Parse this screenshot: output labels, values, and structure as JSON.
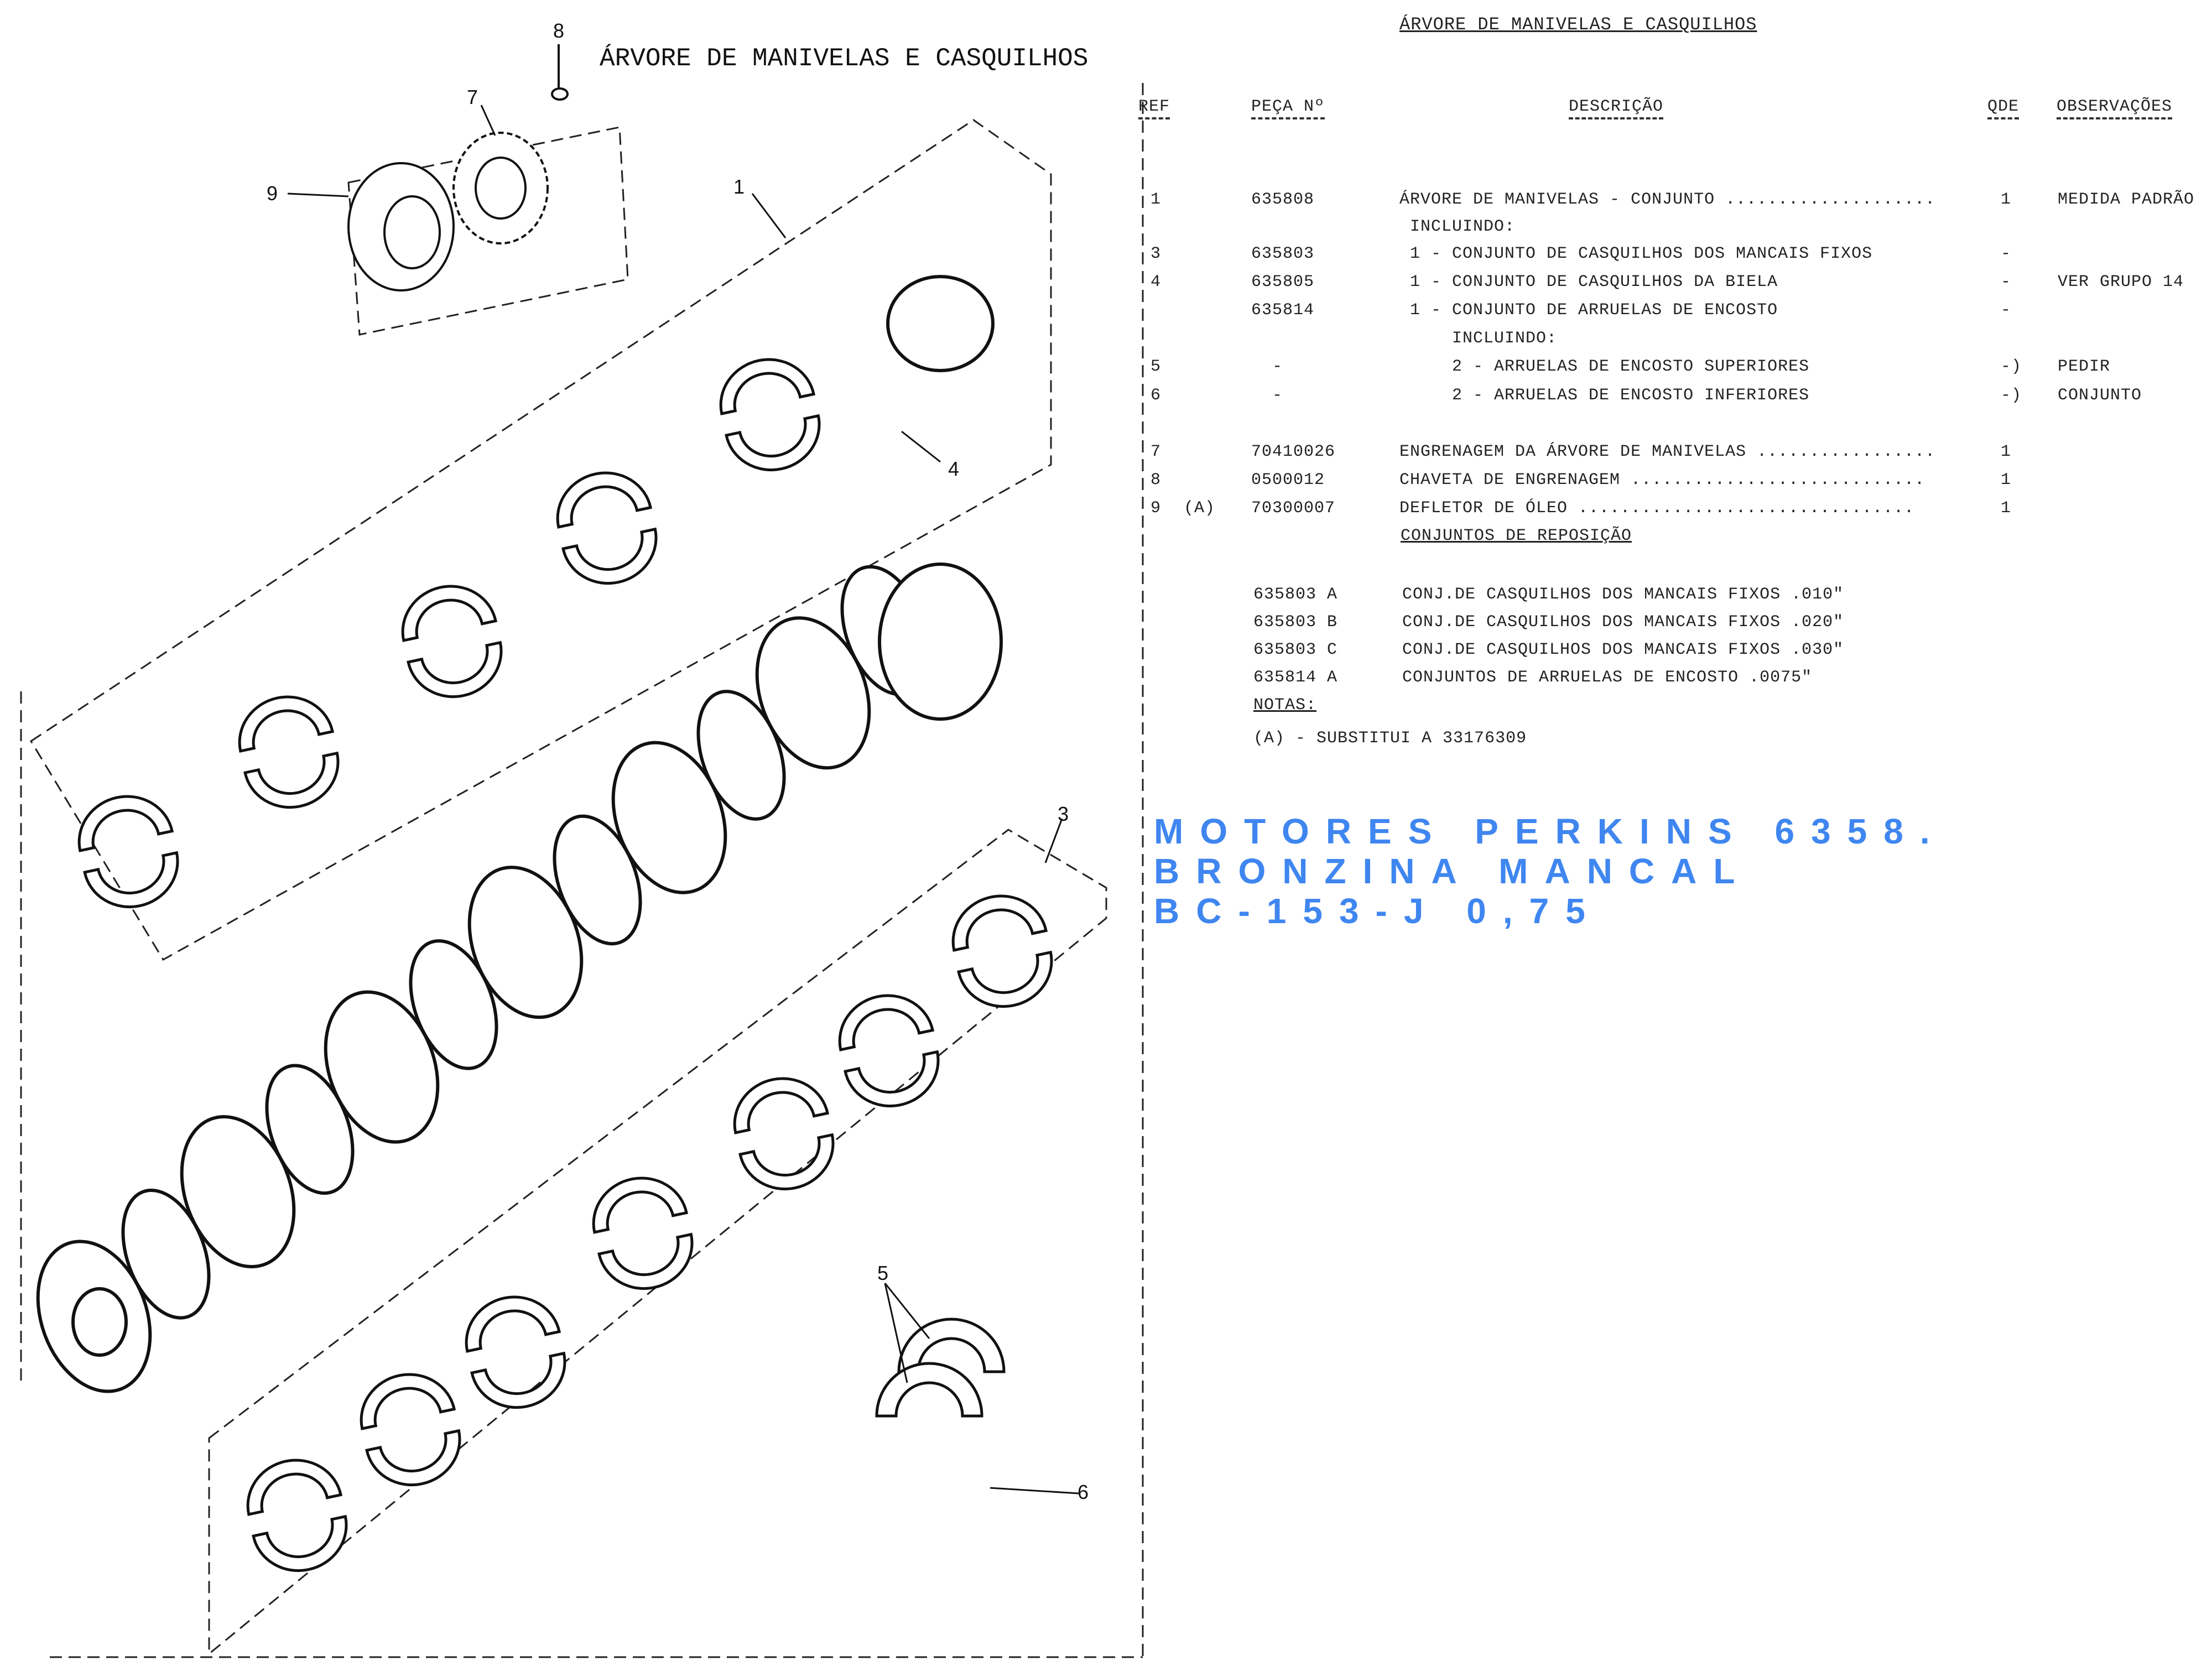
{
  "drawing": {
    "title": "ÁRVORE DE MANIVELAS E CASQUILHOS",
    "callouts": [
      "8",
      "7",
      "9",
      "1",
      "4",
      "3",
      "5",
      "6"
    ]
  },
  "list": {
    "title": "ÁRVORE DE MANIVELAS E CASQUILHOS",
    "headers": {
      "ref": "REF",
      "part": "PEÇA Nº",
      "desc": "DESCRIÇÃO",
      "qty": "QDE",
      "obs": "OBSERVAÇÕES"
    },
    "rows": [
      {
        "ref": "1",
        "note": "",
        "part": "635808",
        "desc": "ÁRVORE DE MANIVELAS - CONJUNTO ....................",
        "qty": "1",
        "obs": "MEDIDA PADRÃO"
      },
      {
        "ref": "",
        "note": "",
        "part": "",
        "desc": " INCLUINDO:",
        "qty": "",
        "obs": ""
      },
      {
        "ref": "3",
        "note": "",
        "part": "635803",
        "desc": " 1 - CONJUNTO DE CASQUILHOS DOS MANCAIS FIXOS",
        "qty": "-",
        "obs": ""
      },
      {
        "ref": "4",
        "note": "",
        "part": "635805",
        "desc": " 1 - CONJUNTO DE CASQUILHOS DA BIELA",
        "qty": "-",
        "obs": "VER GRUPO 14"
      },
      {
        "ref": "",
        "note": "",
        "part": "635814",
        "desc": " 1 - CONJUNTO DE ARRUELAS DE ENCOSTO",
        "qty": "-",
        "obs": ""
      },
      {
        "ref": "",
        "note": "",
        "part": "",
        "desc": "     INCLUINDO:",
        "qty": "",
        "obs": ""
      },
      {
        "ref": "5",
        "note": "",
        "part": "  -",
        "desc": "     2 - ARRUELAS DE ENCOSTO SUPERIORES",
        "qty": "-)",
        "obs": "PEDIR"
      },
      {
        "ref": "6",
        "note": "",
        "part": "  -",
        "desc": "     2 - ARRUELAS DE ENCOSTO INFERIORES",
        "qty": "-)",
        "obs": "CONJUNTO"
      },
      {
        "ref": "7",
        "note": "",
        "part": "70410026",
        "desc": "ENGRENAGEM DA ÁRVORE DE MANIVELAS .................",
        "qty": "1",
        "obs": ""
      },
      {
        "ref": "8",
        "note": "",
        "part": "0500012",
        "desc": "CHAVETA DE ENGRENAGEM ............................",
        "qty": "1",
        "obs": ""
      },
      {
        "ref": "9",
        "note": "(A)",
        "part": "70300007",
        "desc": "DEFLETOR DE ÓLEO ................................",
        "qty": "1",
        "obs": ""
      }
    ],
    "replacement_heading": "CONJUNTOS DE REPOSIÇÃO",
    "replacement_rows": [
      {
        "part": "635803 A",
        "desc": "CONJ.DE CASQUILHOS DOS MANCAIS FIXOS .010\""
      },
      {
        "part": "635803 B",
        "desc": "CONJ.DE CASQUILHOS DOS MANCAIS FIXOS .020\""
      },
      {
        "part": "635803 C",
        "desc": "CONJ.DE CASQUILHOS DOS MANCAIS FIXOS .030\""
      },
      {
        "part": "635814 A",
        "desc": "CONJUNTOS DE ARRUELAS DE ENCOSTO .0075\""
      }
    ],
    "notes_label": "NOTAS:",
    "notes": [
      "(A) - SUBSTITUI A 33176309"
    ]
  },
  "overlay": {
    "lines": [
      "MOTORES PERKINS 6358.",
      "BRONZINA MANCAL",
      "BC-153-J 0,75"
    ],
    "color": "#3f86f0"
  }
}
